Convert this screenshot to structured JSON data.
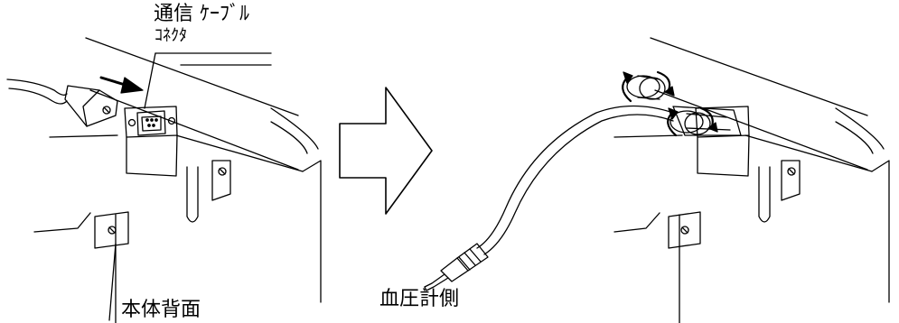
{
  "labels": {
    "comm_cable": "通信 ｹｰﾌﾞﾙ",
    "connector": "ｺﾈｸﾀ",
    "body_back": "本体背面",
    "bp_side": "血圧計側"
  },
  "colors": {
    "line": "#000000",
    "background": "#ffffff"
  }
}
